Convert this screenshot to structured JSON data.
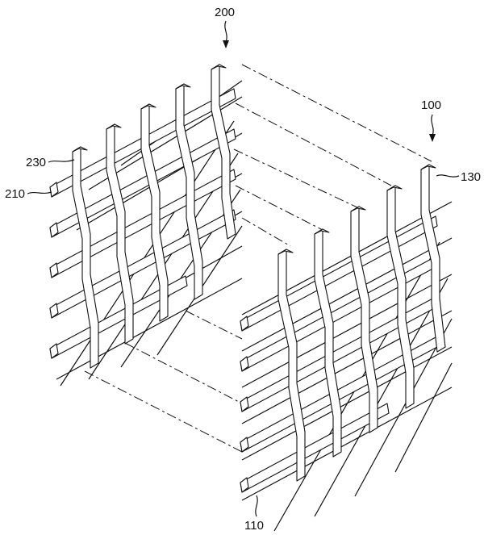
{
  "labels": {
    "left_assembly": "200",
    "right_assembly": "100",
    "left_vertical_strand": "230",
    "left_horizontal_strand": "210",
    "right_vertical_strand": "130",
    "right_horizontal_strand": "110"
  },
  "colors": {
    "ink": "#111111",
    "paper": "#ffffff"
  }
}
